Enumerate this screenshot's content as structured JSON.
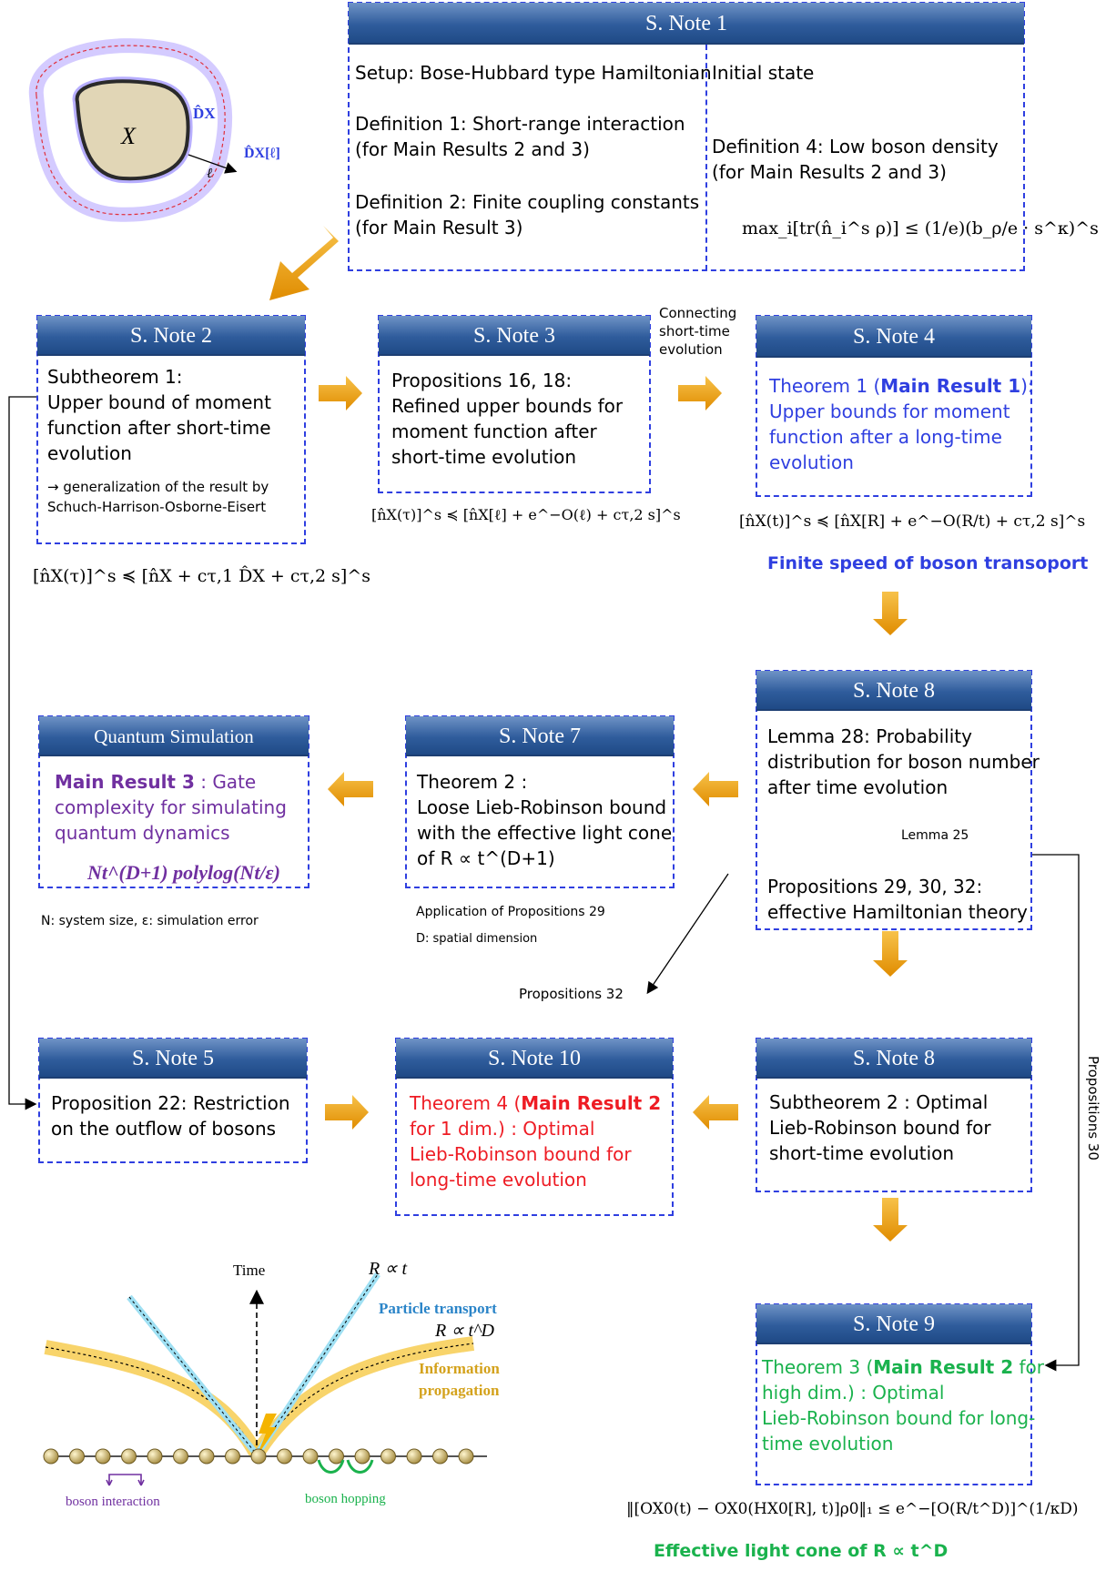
{
  "note1": {
    "header": "S. Note 1",
    "setup": "Setup: Bose-Hubbard type Hamiltonian",
    "def1": "Definition 1: Short-range interaction\n(for Main Results 2 and 3)",
    "def2": "Definition 2: Finite coupling constants\n(for Main Result 3)",
    "initial": "Initial state",
    "def4": "Definition 4: Low boson density\n(for Main Results 2 and 3)",
    "formula": "max_i[tr(n̂_i^s ρ)] ≤ (1/e)(b_ρ/e · s^κ)^s"
  },
  "region": {
    "x": "X",
    "dx": "D̂X",
    "dxl": "D̂X[ℓ]",
    "ell": "ℓ"
  },
  "note2": {
    "header": "S. Note 2",
    "body": "Subtheorem 1:\nUpper bound of moment\nfunction after short-time\nevolution",
    "sub": "→ generalization of the result by\nSchuch-Harrison-Osborne-Eisert",
    "formula": "[n̂X(τ)]^s ≼ [n̂X + cτ,1 D̂X + cτ,2 s]^s"
  },
  "note3": {
    "header": "S. Note 3",
    "body": "Propositions 16, 18:\nRefined upper bounds for\nmoment function after\nshort-time evolution",
    "formula": "[n̂X(τ)]^s ≼ [n̂X[ℓ] + e^−O(ℓ) + cτ,2 s]^s"
  },
  "connect": "Connecting\nshort-time\nevolution",
  "note4": {
    "header": "S. Note 4",
    "body1": "Theorem 1 (",
    "bold": "Main Result 1",
    "body2": "):\nUpper bounds for moment\nfunction after a long-time\nevolution",
    "formula": "[n̂X(t)]^s ≼ [n̂X[R] + e^−O(R/t) + cτ,2 s]^s",
    "caption": "Finite speed of boson transoport"
  },
  "note8a": {
    "header": "S. Note 8",
    "body1": "Lemma 28: Probability\ndistribution for boson number\nafter time evolution",
    "lemma": "Lemma 25",
    "body2": "Propositions 29, 30, 32:\neffective Hamiltonian theory"
  },
  "note7": {
    "header": "S. Note 7",
    "body": "Theorem 2 :\nLoose Lieb-Robinson bound\nwith the effective light cone\nof R ∝ t^(D+1)",
    "app": "Application of Propositions 29",
    "dim": "D: spatial dimension"
  },
  "qsim": {
    "header": "Quantum Simulation",
    "bold": "Main Result 3",
    "body": " : Gate\ncomplexity for simulating\nquantum dynamics",
    "formula": "Nt^(D+1) polylog(Nt/ε)",
    "caption": "N: system size, ε: simulation error"
  },
  "prop32": "Propositions 32",
  "note5": {
    "header": "S. Note 5",
    "body": "Proposition 22: Restriction\non the outflow of bosons"
  },
  "note10": {
    "header": "S. Note 10",
    "body1": "Theorem 4 (",
    "bold": "Main Result 2",
    "body2": "\nfor 1 dim.) :  Optimal\nLieb-Robinson bound for\nlong-time evolution"
  },
  "note8b": {
    "header": "S. Note 8",
    "body": "Subtheorem 2 : Optimal\nLieb-Robinson bound for\nshort-time evolution"
  },
  "prop30": "Propositions 30",
  "note9": {
    "header": "S. Note 9",
    "body1": "Theorem 3 (",
    "bold": "Main Result 2",
    "body2": " for\nhigh dim.) : Optimal\nLieb-Robinson bound for long-\ntime evolution",
    "formula": "‖[OX0(t) − OX0(HX0[R], t)]ρ0‖₁ ≤ e^−[O(R/t^D)]^(1/κD)",
    "caption": "Effective light cone of R ∝ t^D"
  },
  "cone": {
    "time": "Time",
    "r_t": "R ∝ t",
    "transport": "Particle transport",
    "r_td": "R ∝ t^D",
    "info1": "Information",
    "info2": "propagation",
    "interaction": "boson interaction",
    "hopping": "boson hopping"
  },
  "colors": {
    "box_border": "#2f3fe0",
    "header_top": "#6f93c6",
    "header_bottom": "#1f4a86",
    "arrow": "#f0a20e",
    "main1": "#2f3fe0",
    "main2_1d": "#ee1c24",
    "main2_hd": "#1ab24d",
    "main3": "#7030a0"
  }
}
